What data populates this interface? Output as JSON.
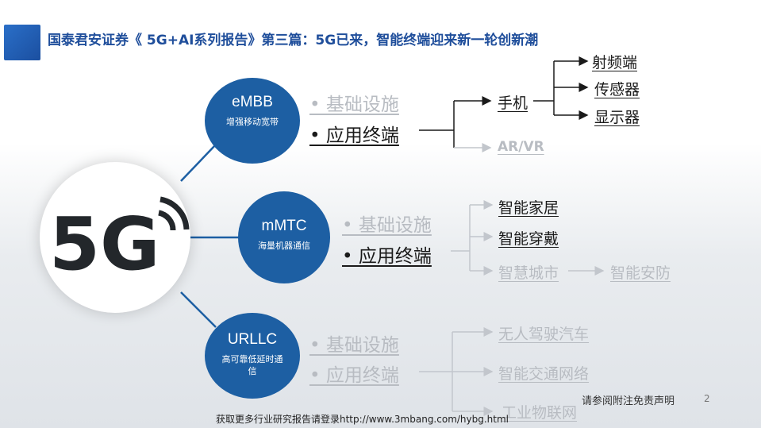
{
  "title": "国泰君安证券《 5G+AI系列报告》第三篇：5G已来，智能终端迎来新一轮创新潮",
  "logo_text": "5G",
  "colors": {
    "brand_blue": "#1d5fa3",
    "title_blue": "#1f4e9b",
    "inactive_gray": "#b8bcc2"
  },
  "branches": [
    {
      "name": "eMBB",
      "subtitle": "增强移动宽带",
      "items": [
        {
          "label": "• 基础设施",
          "active": false
        },
        {
          "label": "• 应用终端",
          "active": true
        }
      ]
    },
    {
      "name": "mMTC",
      "subtitle": "海量机器通信",
      "items": [
        {
          "label": "• 基础设施",
          "active": false
        },
        {
          "label": "• 应用终端",
          "active": true
        }
      ]
    },
    {
      "name": "URLLC",
      "subtitle": "高可靠低延时通信",
      "items": [
        {
          "label": "• 基础设施",
          "active": false
        },
        {
          "label": "• 应用终端",
          "active": false
        }
      ]
    }
  ],
  "embb_leaves": {
    "phone": "手机",
    "arvr": "AR/VR",
    "phone_parts": [
      "射频端",
      "传感器",
      "显示器"
    ]
  },
  "mmtc_leaves": [
    "智能家居",
    "智能穿戴",
    "智慧城市",
    "智能安防"
  ],
  "urllc_leaves": [
    "无人驾驶汽车",
    "智能交通网络",
    "工业物联网"
  ],
  "footer": {
    "disclaimer": "请参阅附注免责声明",
    "page_number": "2"
  },
  "watermark": "获取更多行业研究报告请登录http://www.3mbang.com/hybg.html"
}
